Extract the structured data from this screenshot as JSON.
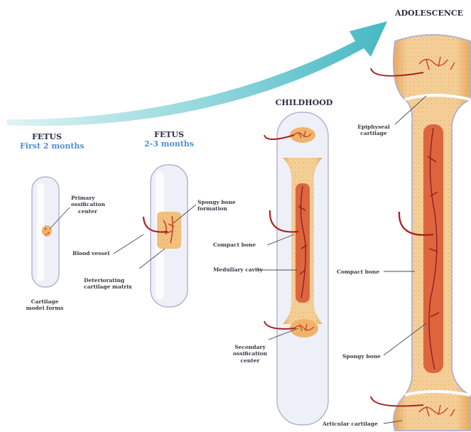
{
  "stages": {
    "fetus1": {
      "title": "FETUS",
      "subtitle": "First 2 months"
    },
    "fetus2": {
      "title": "FETUS",
      "subtitle": "2-3 months"
    },
    "childhood": {
      "title": "CHILDHOOD"
    },
    "adolescence": {
      "title": "ADOLESCENCE"
    }
  },
  "labels": {
    "primary_ossification": [
      "Primary",
      "ossification",
      "center"
    ],
    "blood_vessel": "Blood vessel",
    "cartilage_model": [
      "Cartilage",
      "model forms"
    ],
    "spongy_formation": [
      "Spongy bone",
      "formation"
    ],
    "deteriorating": [
      "Deteriorating",
      "cartilage matrix"
    ],
    "compact_bone_child": "Compact bone",
    "medullary_cavity": "Medullary cavity",
    "secondary_ossification": [
      "Secondary",
      "ossification",
      "center"
    ],
    "epiphyseal": [
      "Epiphyseal",
      "cartilage"
    ],
    "compact_bone_adol": "Compact bone",
    "spongy_bone": "Spongy bone",
    "articular": "Articular cartilage"
  },
  "colors": {
    "arrow": "#5bc3cc",
    "cartilage": "#eef0f8",
    "cartilage_edge": "#b7b2cf",
    "bone": "#f1c78e",
    "bone_dark": "#e2a35f",
    "marrow": "#d9532f",
    "vessel": "#a82323"
  }
}
